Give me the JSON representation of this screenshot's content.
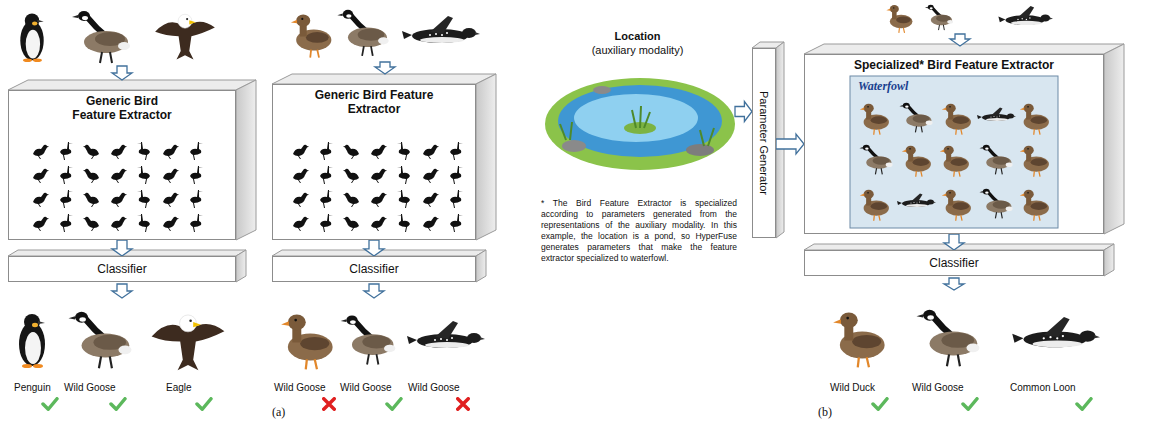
{
  "diagram": {
    "nodes": [
      {
        "text": [
          "Generic Bird Feature Extractor"
        ]
      },
      {
        "text": [
          "Classifier"
        ]
      },
      {
        "text": [
          "Generic Bird Feature Extractor"
        ]
      },
      {
        "text": [
          "Classifier"
        ]
      },
      {
        "text": [
          "Location",
          "(auxiliary modality)"
        ]
      },
      {
        "text": [
          "Parameter Generator"
        ]
      },
      {
        "text": [
          "Specialized* Bird Feature Extractor"
        ]
      },
      {
        "text": [
          "Classifier"
        ]
      }
    ],
    "edges": [
      {
        "from": 0,
        "to": 1,
        "arrow": "to"
      },
      {
        "from": 2,
        "to": 3,
        "arrow": "to"
      },
      {
        "from": 4,
        "to": 5,
        "arrow": "to"
      },
      {
        "from": 5,
        "to": 6,
        "arrow": "to"
      },
      {
        "from": 6,
        "to": 7,
        "arrow": "to"
      }
    ],
    "labels": [
      "Penguin",
      "Wild Goose",
      "Eagle",
      "Wild Goose",
      "Wild Goose",
      "Wild Goose",
      "Wild Duck",
      "Wild Goose",
      "Common Loon",
      "* The Bird Feature Extractor is specialized according to parameters generated from the representations of the auxiliary modality. In this example, the location is a pond, so HyperFuse generates parameters that make the feature extractor specialized to waterfowl.",
      "Waterfowl",
      "(a)",
      "(b)"
    ]
  }
}
